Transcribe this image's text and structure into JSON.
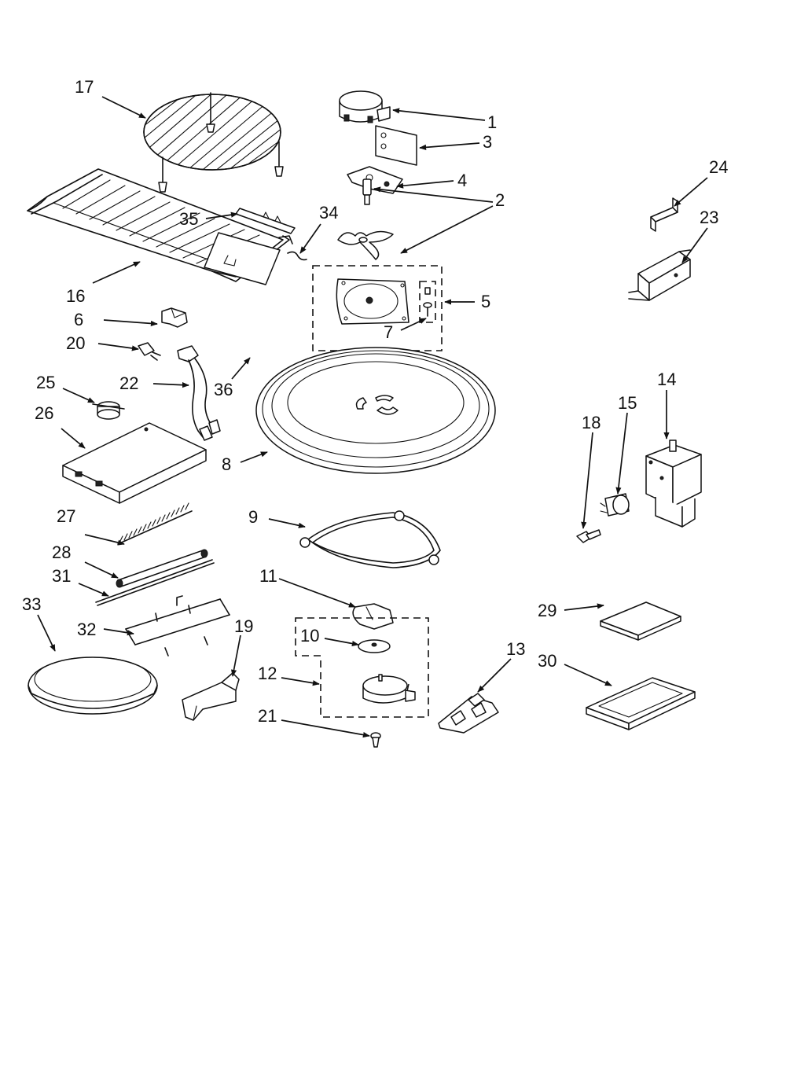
{
  "parts": [
    {
      "id": "p1",
      "label": "1"
    },
    {
      "id": "p2",
      "label": "2"
    },
    {
      "id": "p3",
      "label": "3"
    },
    {
      "id": "p4",
      "label": "4"
    },
    {
      "id": "p5",
      "label": "5"
    },
    {
      "id": "p6",
      "label": "6"
    },
    {
      "id": "p7",
      "label": "7"
    },
    {
      "id": "p8",
      "label": "8"
    },
    {
      "id": "p9",
      "label": "9"
    },
    {
      "id": "p10",
      "label": "10"
    },
    {
      "id": "p11",
      "label": "11"
    },
    {
      "id": "p12",
      "label": "12"
    },
    {
      "id": "p13",
      "label": "13"
    },
    {
      "id": "p14",
      "label": "14"
    },
    {
      "id": "p15",
      "label": "15"
    },
    {
      "id": "p16",
      "label": "16"
    },
    {
      "id": "p17",
      "label": "17"
    },
    {
      "id": "p18",
      "label": "18"
    },
    {
      "id": "p19",
      "label": "19"
    },
    {
      "id": "p20",
      "label": "20"
    },
    {
      "id": "p21",
      "label": "21"
    },
    {
      "id": "p22",
      "label": "22"
    },
    {
      "id": "p23",
      "label": "23"
    },
    {
      "id": "p24",
      "label": "24"
    },
    {
      "id": "p25",
      "label": "25"
    },
    {
      "id": "p26",
      "label": "26"
    },
    {
      "id": "p27",
      "label": "27"
    },
    {
      "id": "p28",
      "label": "28"
    },
    {
      "id": "p29",
      "label": "29"
    },
    {
      "id": "p30",
      "label": "30"
    },
    {
      "id": "p31",
      "label": "31"
    },
    {
      "id": "p32",
      "label": "32"
    },
    {
      "id": "p33",
      "label": "33"
    },
    {
      "id": "p34",
      "label": "34"
    },
    {
      "id": "p35",
      "label": "35"
    },
    {
      "id": "p36",
      "label": "36"
    }
  ]
}
